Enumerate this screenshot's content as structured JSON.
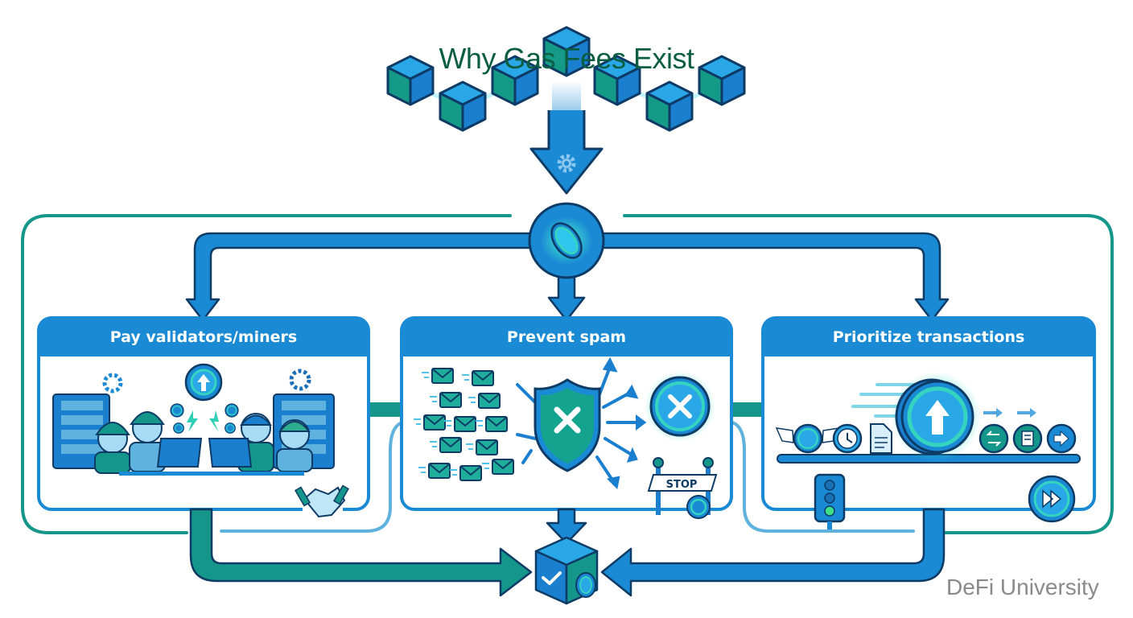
{
  "title": "Why Gas Fees Exist",
  "source_label": "DeFi University",
  "colors": {
    "primary_blue": "#1a8ad4",
    "dark_outline": "#0d3b66",
    "teal": "#14978a",
    "light_blue": "#5fb2dd",
    "title_green": "#0c5e42"
  },
  "top": {
    "blockchain_icon": "blockchain-cubes-icon",
    "process_icon": "gear-icon",
    "hub_icon": "gas-coin-icon"
  },
  "panels": [
    {
      "id": "pay",
      "label": "Pay validators/miners",
      "icons": [
        "server-rack-icon",
        "gear-icon",
        "miner-person-icon",
        "computer-monitor-icon",
        "coin-up-arrow-icon",
        "lightning-icon",
        "handshake-icon"
      ]
    },
    {
      "id": "spam",
      "label": "Prevent spam",
      "icons": [
        "envelope-icon",
        "shield-x-icon",
        "coin-x-icon",
        "stop-barrier-icon"
      ],
      "stop_sign": "STOP"
    },
    {
      "id": "prioritize",
      "label": "Prioritize transactions",
      "icons": [
        "winged-coin-icon",
        "clock-icon",
        "document-icon",
        "coin-up-arrow-icon",
        "swap-icon",
        "receipt-icon",
        "arrow-right-icon",
        "traffic-light-icon",
        "fast-forward-icon"
      ]
    }
  ],
  "bottom": {
    "result_icon": "block-check-coin-icon"
  }
}
